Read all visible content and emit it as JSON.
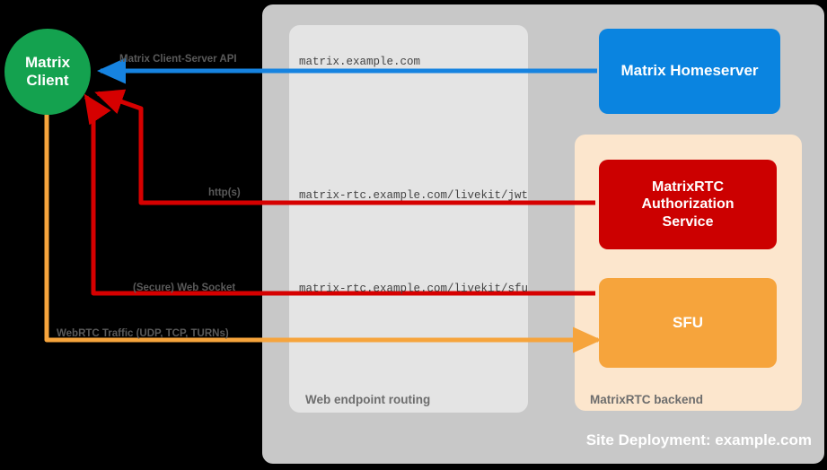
{
  "diagram": {
    "title": "MatrixRTC deployment topology",
    "background": "#000000"
  },
  "nodes": {
    "client": {
      "line1": "Matrix",
      "line2": "Client",
      "color": "#14a24f",
      "shape": "circle"
    },
    "homeserver": {
      "label": "Matrix Homeserver",
      "color": "#0a84e0"
    },
    "auth_service": {
      "line1": "MatrixRTC",
      "line2": "Authorization",
      "line3": "Service",
      "color": "#cc0000"
    },
    "sfu": {
      "label": "SFU",
      "color": "#f6a43c"
    }
  },
  "panels": {
    "site": {
      "label": "Site Deployment: example.com",
      "color": "#c8c8c8",
      "label_color": "#ffffff"
    },
    "routing": {
      "label": "Web endpoint routing",
      "color": "#e4e4e4",
      "label_color": "#6d6d6d"
    },
    "backend": {
      "label": "MatrixRTC backend",
      "color": "#fce6cd",
      "label_color": "#6d6d6d"
    }
  },
  "flows": [
    {
      "id": "client-server-api",
      "protocol_label": "Matrix Client-Server API",
      "endpoint": "matrix.example.com",
      "color": "#1683e0",
      "direction": "homeserver-to-client"
    },
    {
      "id": "livekit-jwt",
      "protocol_label": "http(s)",
      "endpoint": "matrix-rtc.example.com/livekit/jwt",
      "color": "#d60000",
      "direction": "bidirectional"
    },
    {
      "id": "livekit-sfu",
      "protocol_label": "(Secure) Web Socket",
      "endpoint": "matrix-rtc.example.com/livekit/sfu",
      "color": "#d60000",
      "direction": "bidirectional"
    },
    {
      "id": "webrtc-media",
      "protocol_label": "WebRTC Traffic (UDP, TCP, TURNs)",
      "endpoint": "",
      "color": "#f6a43c",
      "direction": "bidirectional"
    }
  ]
}
